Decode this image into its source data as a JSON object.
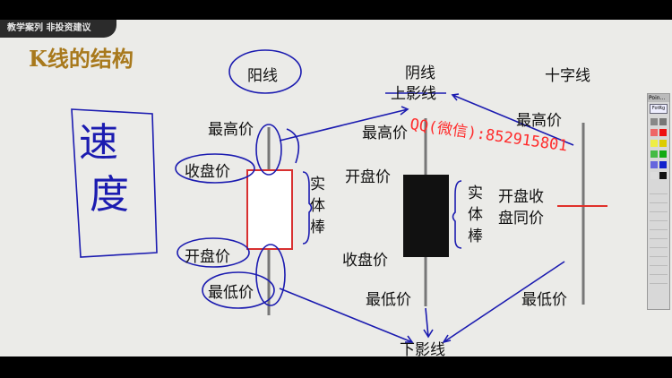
{
  "banner": "教学案列 非投资建议",
  "title": "K线的结构",
  "watermark": "QQ(微信):852915801",
  "handwriting": {
    "line1": "速",
    "line2": "度"
  },
  "yang": {
    "label": "阳线",
    "high": "最高价",
    "close": "收盘价",
    "body": "实体棒",
    "open": "开盘价",
    "low": "最低价"
  },
  "yin": {
    "label": "阴线",
    "upper_shadow": "上影线",
    "high": "最高价",
    "open": "开盘价",
    "body": "实体棒",
    "close": "收盘价",
    "low": "最低价",
    "lower_shadow": "下影线"
  },
  "doji": {
    "label": "十字线",
    "high": "最高价",
    "same": "开盘收盘同价",
    "low": "最低价"
  },
  "toolbar": {
    "title": "Poin...",
    "mode": "FotRg"
  },
  "colors": {
    "title": "#a8791c",
    "pen": "#1b1bb0",
    "red": "#e0302a"
  }
}
